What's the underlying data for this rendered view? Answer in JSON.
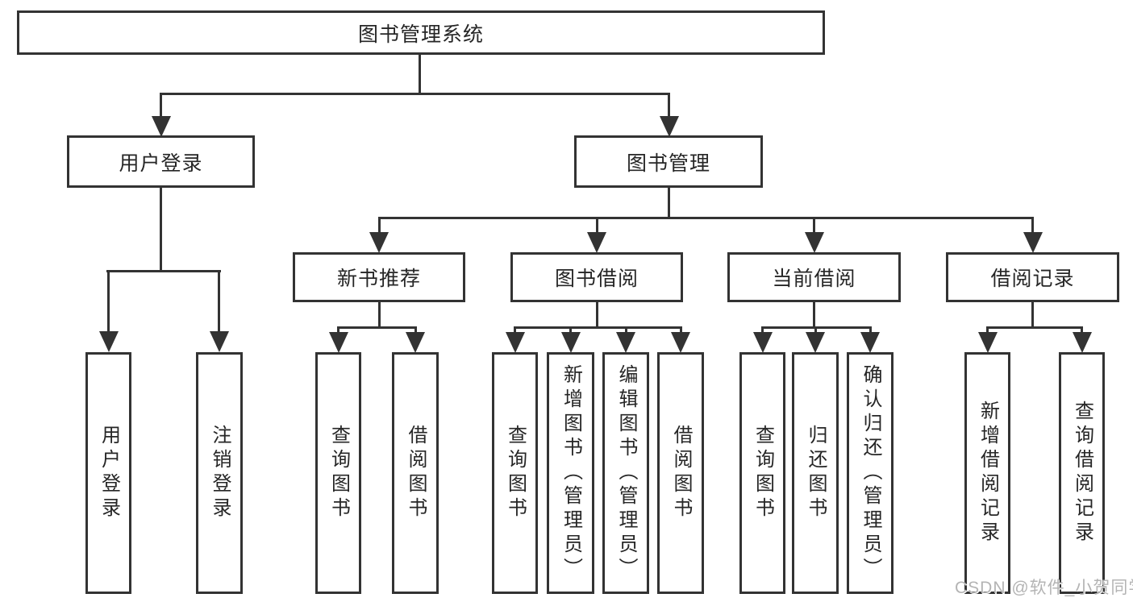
{
  "watermark": "CSDN @软件_小贺同学",
  "colors": {
    "line": "#333333",
    "text": "#262626",
    "background": "#ffffff",
    "watermark": "#b4b4b4"
  },
  "tree": {
    "root": {
      "label": "图书管理系统"
    },
    "level2": [
      {
        "label": "用户登录"
      },
      {
        "label": "图书管理"
      }
    ],
    "level3": [
      {
        "label": "新书推荐"
      },
      {
        "label": "图书借阅"
      },
      {
        "label": "当前借阅"
      },
      {
        "label": "借阅记录"
      }
    ],
    "leaves": {
      "user_login": [
        {
          "label": "用户登录"
        },
        {
          "label": "注销登录"
        }
      ],
      "new_book": [
        {
          "label": "查询图书"
        },
        {
          "label": "借阅图书"
        }
      ],
      "book_borrow": [
        {
          "label": "查询图书"
        },
        {
          "label": "新增图书（管理员）"
        },
        {
          "label": "编辑图书（管理员）"
        },
        {
          "label": "借阅图书"
        }
      ],
      "current_borrow": [
        {
          "label": "查询图书"
        },
        {
          "label": "归还图书"
        },
        {
          "label": "确认归还（管理员）"
        }
      ],
      "borrow_record": [
        {
          "label": "新增借阅记录"
        },
        {
          "label": "查询借阅记录"
        }
      ]
    }
  }
}
